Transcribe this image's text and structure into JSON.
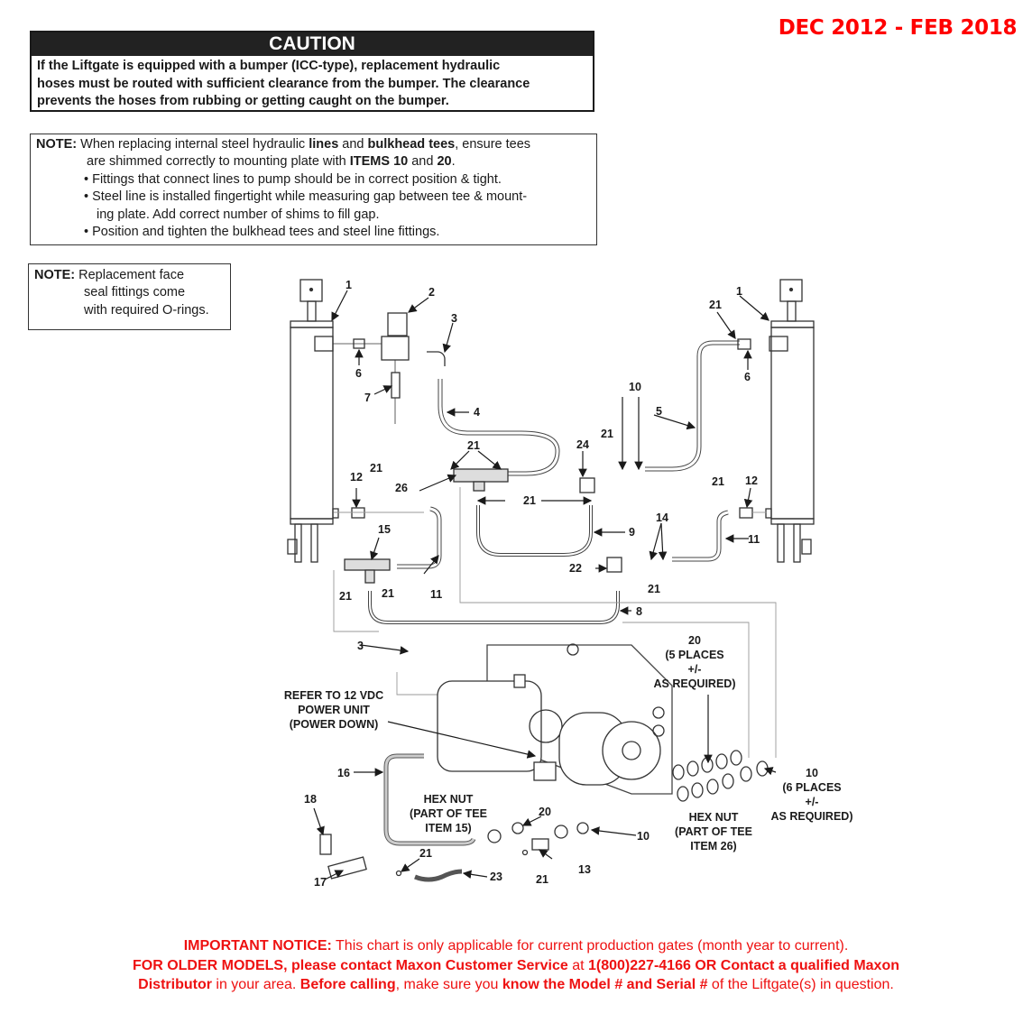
{
  "header": {
    "date_range": "DEC 2012 - FEB 2018",
    "date_color": "#ff0000"
  },
  "caution": {
    "title": "CAUTION",
    "lines": [
      "If the Liftgate is equipped with a bumper (ICC-type), replacement hydraulic",
      "hoses must be routed with sufficient clearance from the bumper. The clearance",
      "prevents the hoses from rubbing or getting caught on the bumper."
    ]
  },
  "note_lines": {
    "label": "NOTE:",
    "line1_pre": " When replacing internal steel hydraulic ",
    "line1_b1": "lines",
    "line1_mid": " and ",
    "line1_b2": "bulkhead tees",
    "line1_post": ", ensure tees",
    "line2_pre": "are shimmed correctly to mounting plate with ",
    "line2_b1": "ITEMS 10",
    "line2_mid": " and ",
    "line2_b2": "20",
    "line2_post": ".",
    "bullets": [
      "• Fittings that connect lines to pump should be in correct position & tight.",
      "• Steel line is installed fingertight while measuring gap between tee & mount-",
      "ing plate. Add correct number of shims to fill gap.",
      "• Position and tighten the bulkhead tees and steel line fittings."
    ]
  },
  "note_orings": {
    "label": "NOTE:",
    "lines": [
      " Replacement face",
      "seal fittings come",
      "with required O-rings."
    ]
  },
  "diagram": {
    "callouts": {
      "c1_left": "1",
      "c1_right": "1",
      "c2": "2",
      "c3_top": "3",
      "c3_pump": "3",
      "c4": "4",
      "c5": "5",
      "c6_left": "6",
      "c6_right": "6",
      "c7": "7",
      "c8": "8",
      "c9": "9",
      "c10_top": "10",
      "c10_bottom": "10",
      "c11_left": "11",
      "c11_right": "11",
      "c12_left": "12",
      "c12_right": "12",
      "c13": "13",
      "c14": "14",
      "c15": "15",
      "c16": "16",
      "c17": "17",
      "c18": "18",
      "c20_bottom": "20",
      "c21": "21",
      "c22": "22",
      "c23": "23",
      "c24": "24",
      "c26": "26"
    },
    "power_unit_label": [
      "REFER TO 12 VDC",
      "POWER UNIT",
      "(POWER DOWN)"
    ],
    "hex_nut_15": [
      "HEX NUT",
      "(PART OF TEE",
      "ITEM 15)"
    ],
    "hex_nut_26": [
      "HEX NUT",
      "(PART OF TEE",
      "ITEM 26)"
    ],
    "shims_20": [
      "20",
      "(5 PLACES",
      "+/-",
      "AS REQUIRED)"
    ],
    "shims_10": [
      "10",
      "(6 PLACES",
      "+/-",
      "AS REQUIRED)"
    ]
  },
  "notice": {
    "p1_b": "IMPORTANT NOTICE:",
    "p1": " This chart is only applicable for current production gates (month year to current).",
    "p2_b": "FOR OLDER MODELS, please contact Maxon Customer Service",
    "p2_mid": " at ",
    "p2_b2": "1(800)227-4166 OR Contact a qualified Maxon",
    "p3_b": "Distributor",
    "p3_a": " in your area. ",
    "p3_b2": "Before calling",
    "p3_c": ", make sure you ",
    "p3_b3": "know the Model # and Serial #",
    "p3_d": " of the Liftgate(s) in question.",
    "color": "#ee1111"
  }
}
